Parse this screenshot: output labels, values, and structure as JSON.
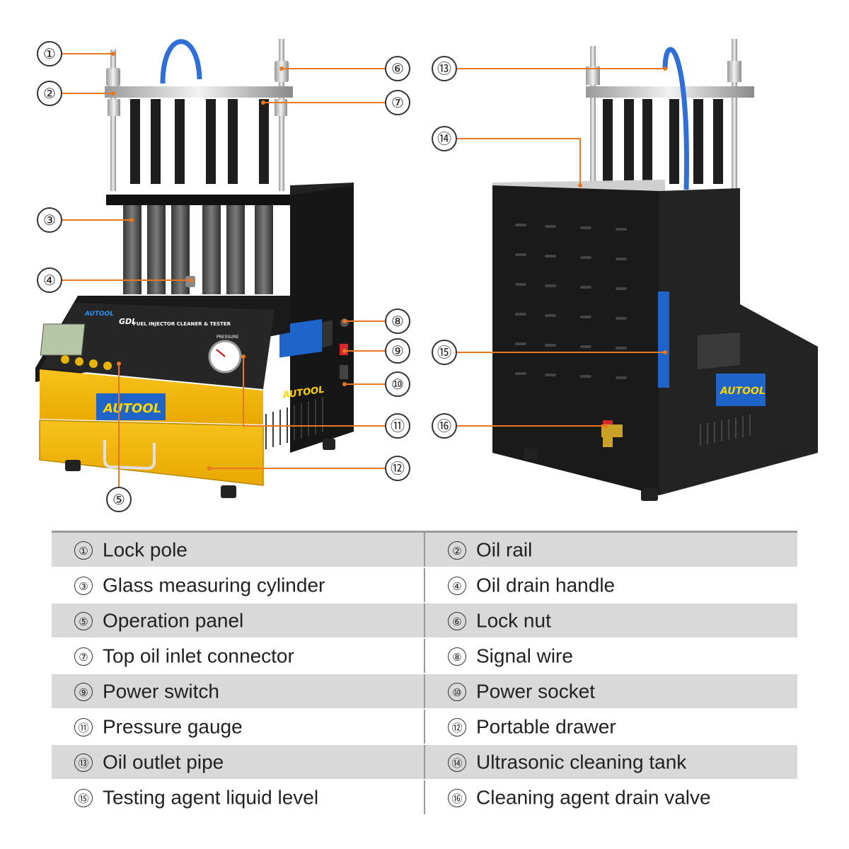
{
  "brand": "AUTOOL",
  "panel": {
    "model": "GDI",
    "title": "FUEL INJECTOR CLEANER & TESTER",
    "gauge_label": "PRESSURE"
  },
  "colors": {
    "leader": "#e87722",
    "drawer_yellow": "#f2b705",
    "cabinet_black": "#1c1c1c",
    "hose_blue": "#2f6fd6",
    "brand_blue": "#1f64c8"
  },
  "parts": [
    {
      "num": "①",
      "label": "Lock pole"
    },
    {
      "num": "②",
      "label": "Oil rail"
    },
    {
      "num": "③",
      "label": "Glass measuring cylinder"
    },
    {
      "num": "④",
      "label": "Oil drain handle"
    },
    {
      "num": "⑤",
      "label": "Operation panel"
    },
    {
      "num": "⑥",
      "label": "Lock nut"
    },
    {
      "num": "⑦",
      "label": "Top oil inlet connector"
    },
    {
      "num": "⑧",
      "label": "Signal wire"
    },
    {
      "num": "⑨",
      "label": "Power switch"
    },
    {
      "num": "⑩",
      "label": "Power socket"
    },
    {
      "num": "⑪",
      "label": "Pressure gauge"
    },
    {
      "num": "⑫",
      "label": "Portable drawer"
    },
    {
      "num": "⑬",
      "label": "Oil outlet pipe"
    },
    {
      "num": "⑭",
      "label": "Ultrasonic cleaning tank"
    },
    {
      "num": "⑮",
      "label": "Testing agent liquid level"
    },
    {
      "num": "⑯",
      "label": "Cleaning agent drain valve"
    }
  ]
}
